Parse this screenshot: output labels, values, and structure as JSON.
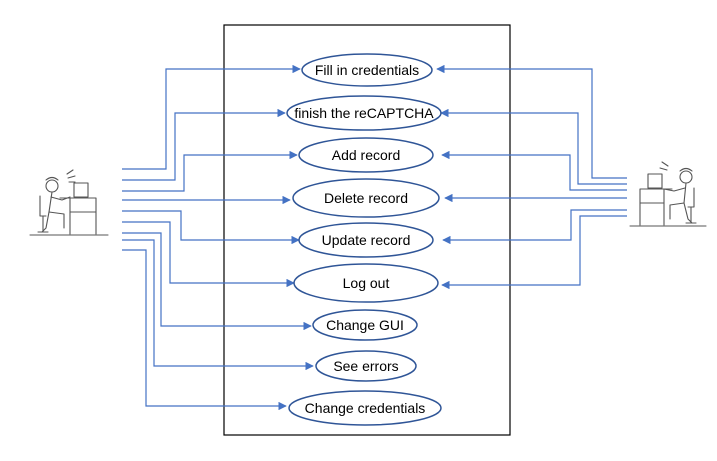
{
  "use_cases": [
    {
      "id": "fill-in-credentials",
      "label": "Fill in credentials"
    },
    {
      "id": "finish-recaptcha",
      "label": "finish the reCAPTCHA"
    },
    {
      "id": "add-record",
      "label": "Add record"
    },
    {
      "id": "delete-record",
      "label": "Delete record"
    },
    {
      "id": "update-record",
      "label": "Update record"
    },
    {
      "id": "log-out",
      "label": "Log out"
    },
    {
      "id": "change-gui",
      "label": "Change GUI"
    },
    {
      "id": "see-errors",
      "label": "See errors"
    },
    {
      "id": "change-credentials",
      "label": "Change credentials"
    }
  ],
  "actors": [
    {
      "id": "left-user",
      "icon": "person-at-computer-icon"
    },
    {
      "id": "right-user",
      "icon": "person-at-computer-icon"
    }
  ],
  "links": {
    "left-user": [
      "fill-in-credentials",
      "finish-recaptcha",
      "add-record",
      "delete-record",
      "update-record",
      "log-out",
      "change-gui",
      "see-errors",
      "change-credentials"
    ],
    "right-user": [
      "fill-in-credentials",
      "finish-recaptcha",
      "add-record",
      "delete-record",
      "update-record",
      "log-out"
    ]
  },
  "colors": {
    "connector": "#4472c4",
    "ellipse_border": "#2f5597",
    "boundary": "#000000"
  }
}
